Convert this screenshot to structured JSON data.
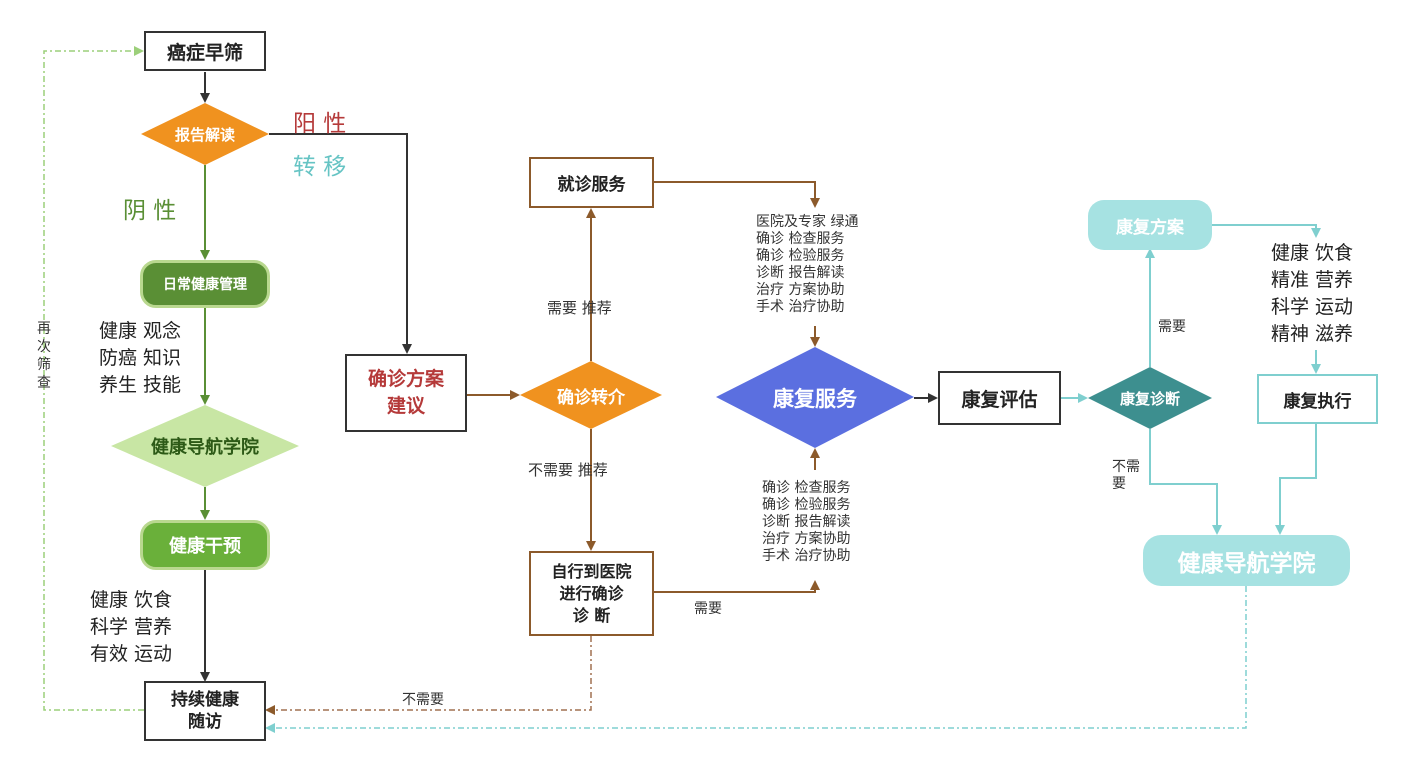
{
  "colors": {
    "green": "#5a8f35",
    "light_green": "#c8e6a4",
    "orange": "#f0921f",
    "brown": "#8c5a2b",
    "blue": "#5b6fe0",
    "teal": "#3d8f8f",
    "light_teal": "#a6e2e2",
    "red_text": "#b53a3a"
  },
  "nodes": {
    "screening": "癌症早筛",
    "report_reading": "报告解读",
    "daily_health": "日常健康管理",
    "academy_left": "健康导航学院",
    "intervention": "健康干预",
    "follow_up": "持续健康\n随访",
    "diagnosis_plan": "确诊方案\n建议",
    "referral": "确诊转介",
    "medical_service": "就诊服务",
    "self_hospital": "自行到医院\n进行确诊\n诊 断",
    "rehab_service": "康复服务",
    "rehab_assess": "康复评估",
    "rehab_diagnosis": "康复诊断",
    "rehab_plan": "康复方案",
    "rehab_exec": "康复执行",
    "academy_right": "健康导航学院"
  },
  "labels": {
    "positive": "阳 性",
    "metastasis": "转 移",
    "negative": "阴 性",
    "rescreen": "再\n次\n筛\n查",
    "knowledge": "健康 观念\n防癌 知识\n养生 技能",
    "intervention_items": "健康 饮食\n科学 营养\n有效 运动",
    "need_recommend": "需要 推荐",
    "no_need_recommend": "不需要 推荐",
    "need_bottom": "需要",
    "no_need_bottom": "不需要",
    "service_items_top": "医院及专家  绿通\n确诊  检查服务\n确诊  检验服务\n诊断  报告解读\n治疗  方案协助\n手术  治疗协助",
    "service_items_bottom": "确诊  检查服务\n确诊  检验服务\n诊断  报告解读\n治疗  方案协助\n手术  治疗协助",
    "need_rehab": "需要",
    "no_need_rehab": "不需\n要",
    "rehab_items": "健康 饮食\n精准 营养\n科学 运动\n精神 滋养"
  }
}
